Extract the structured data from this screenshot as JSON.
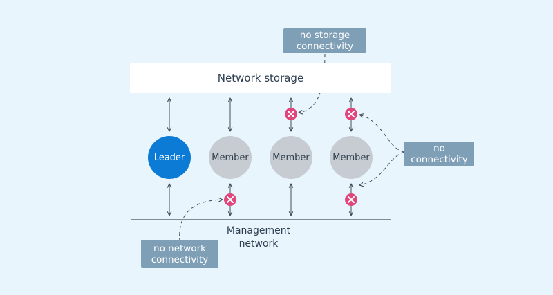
{
  "storage": {
    "label": "Network storage"
  },
  "nodes": [
    {
      "label": "Leader",
      "role": "leader"
    },
    {
      "label": "Member",
      "role": "member"
    },
    {
      "label": "Member",
      "role": "member"
    },
    {
      "label": "Member",
      "role": "member"
    }
  ],
  "management_network": {
    "line1": "Management",
    "line2": "network"
  },
  "callouts": {
    "no_storage": {
      "line1": "no storage",
      "line2": "connectivity"
    },
    "no_connectivity": {
      "line1": "no",
      "line2": "connectivity"
    },
    "no_network": {
      "line1": "no network",
      "line2": "connectivity"
    }
  },
  "colors": {
    "background": "#e9f5fd",
    "leader": "#0b7bd6",
    "member": "#c6ccd2",
    "callout": "#7f9fb7",
    "fail_marker": "#e0457b",
    "line": "#3f4e5a"
  }
}
